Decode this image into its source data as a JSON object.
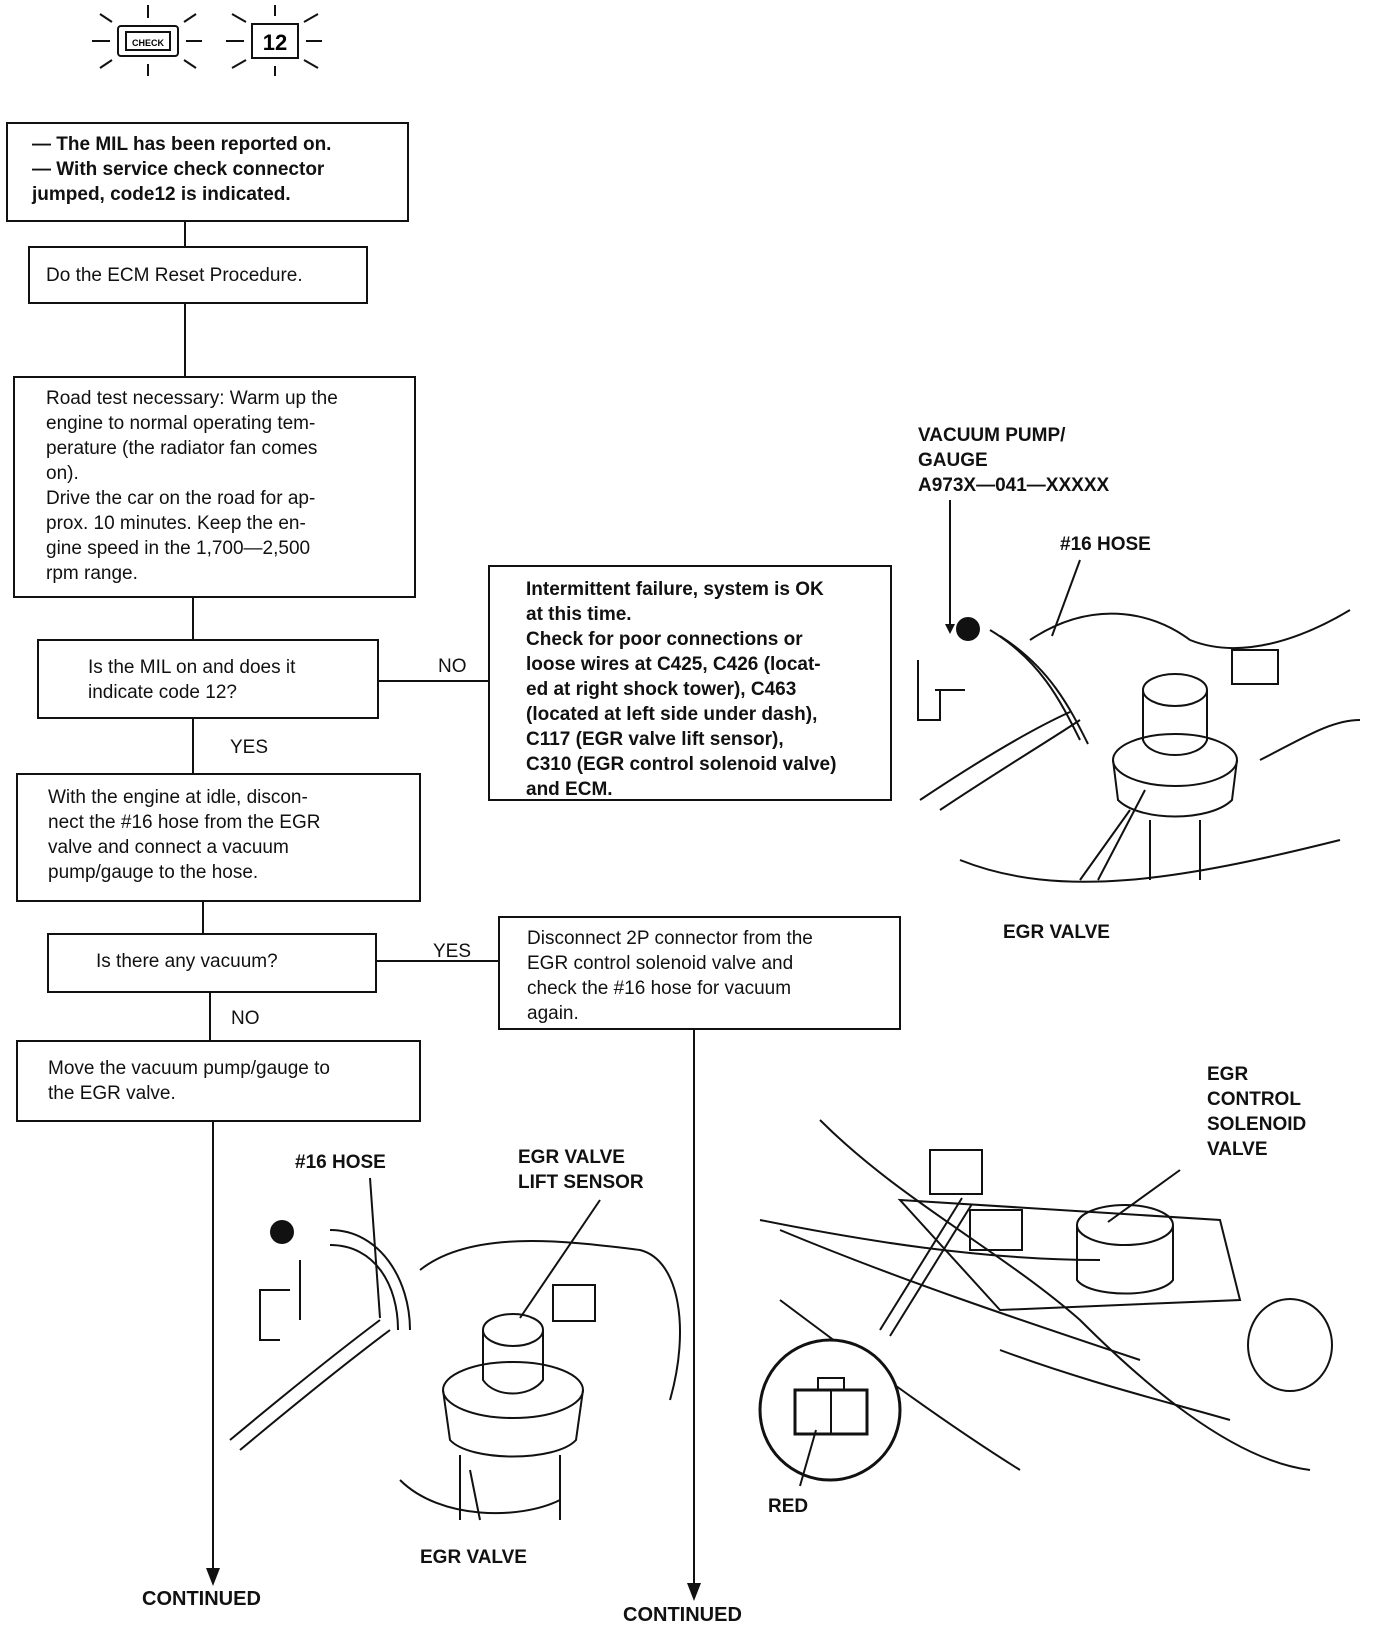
{
  "header": {
    "check_icon_label": "CHECK",
    "code_badge": "12"
  },
  "flowchart": {
    "symptom": "— The MIL has been reported on.\n— With service check connector\n    jumped, code12 is indicated.",
    "step_reset": "Do the ECM Reset Procedure.",
    "step_road_test": "Road test necessary: Warm up the\nengine to normal operating tem-\nperature (the radiator fan comes\non).\nDrive the car on the road for ap-\nprox. 10 minutes. Keep the en-\ngine speed in the 1,700—2,500\nrpm range.",
    "question_mil": "Is the MIL on and does it\nindicate code 12?",
    "no_label_1": "NO",
    "result_intermittent": "Intermittent failure, system is OK\nat this time.\nCheck for poor connections or\nloose wires at C425, C426 (locat-\ned at right shock tower), C463\n(located at left side under dash),\nC117 (EGR valve lift sensor),\nC310 (EGR control solenoid valve)\nand ECM.",
    "yes_label_1": "YES",
    "step_disconnect_hose": "With the engine at idle, discon-\nnect the #16 hose from the EGR\nvalve and connect a vacuum\npump/gauge to the hose.",
    "question_vacuum": "Is there any vacuum?",
    "yes_label_2": "YES",
    "step_disconnect_connector": "Disconnect 2P connector from the\nEGR control solenoid valve and\ncheck the #16 hose for vacuum\nagain.",
    "no_label_2": "NO",
    "step_move_pump": "Move the vacuum pump/gauge to\nthe EGR valve.",
    "continued_left": "CONTINUED",
    "continued_right": "CONTINUED"
  },
  "illustrations": {
    "top_right": {
      "pump_label": "VACUUM PUMP/\nGAUGE\nA973X—041—XXXXX",
      "hose_label": "#16 HOSE",
      "valve_label": "EGR VALVE"
    },
    "bottom_left": {
      "hose_label": "#16 HOSE",
      "sensor_label": "EGR VALVE\nLIFT SENSOR",
      "valve_label": "EGR VALVE"
    },
    "bottom_right": {
      "solenoid_label": "EGR\nCONTROL\nSOLENOID\nVALVE",
      "connector_label": "RED"
    }
  }
}
